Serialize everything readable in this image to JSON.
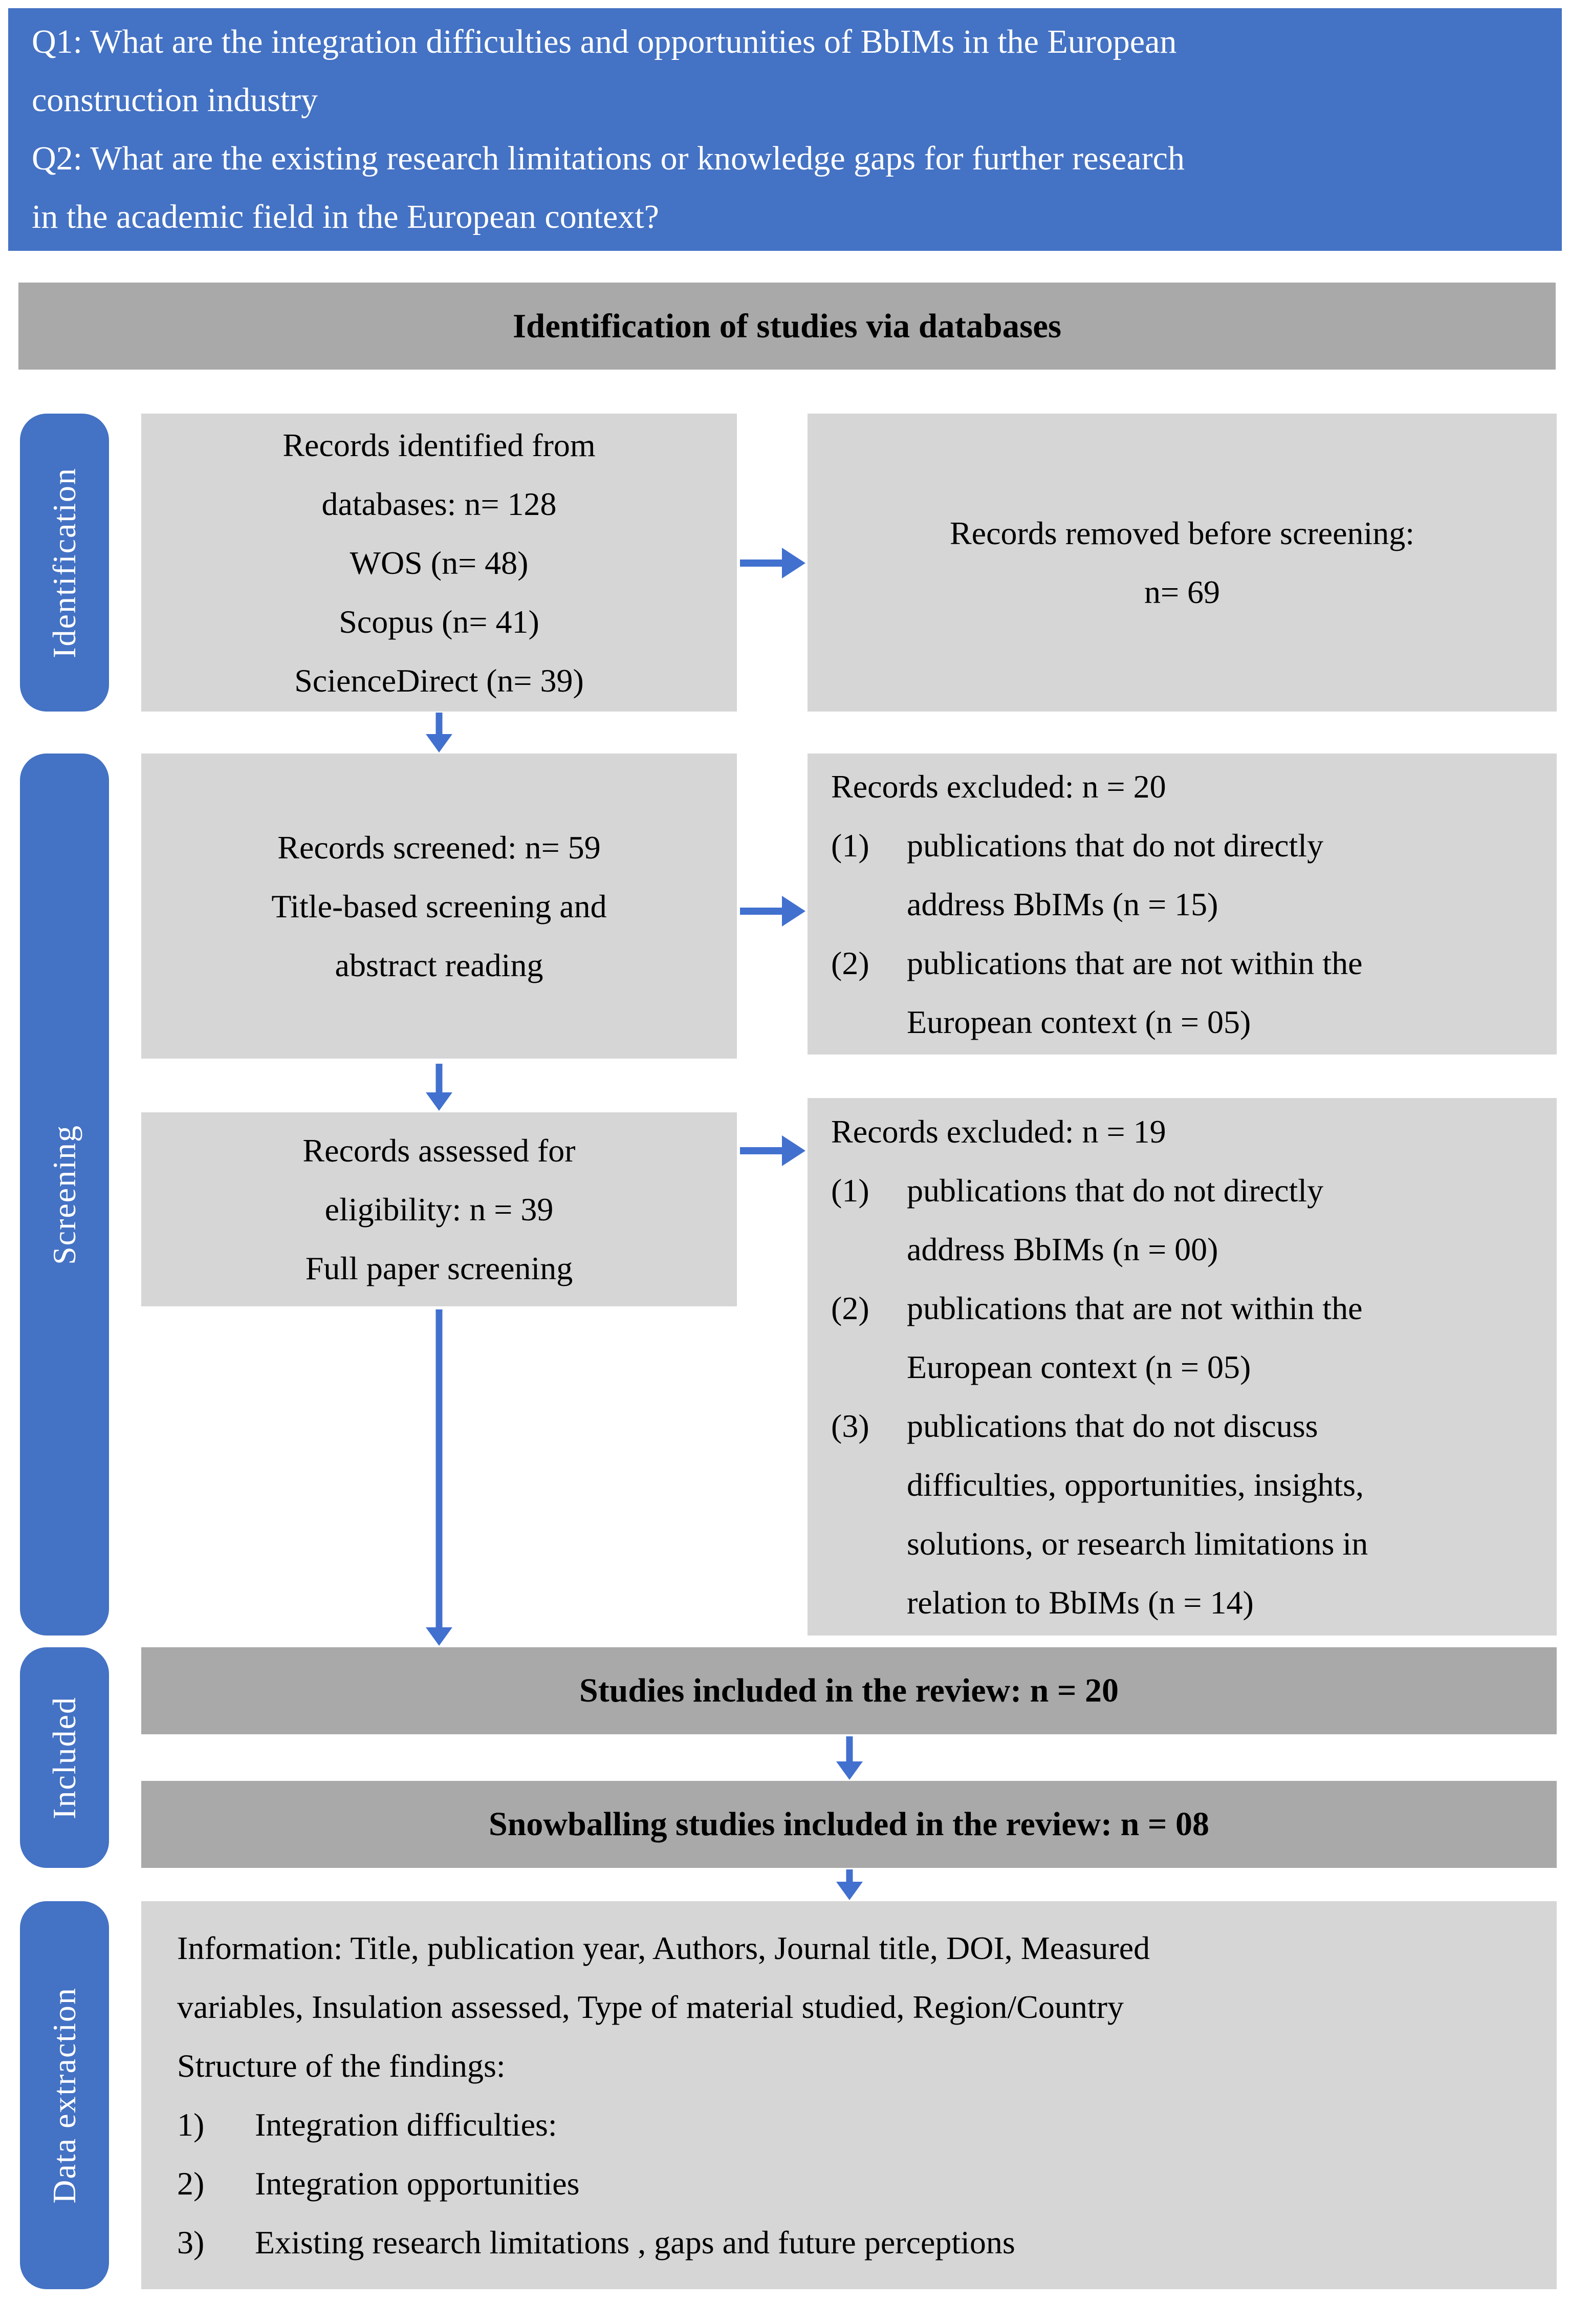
{
  "colors": {
    "accent": "#4472C4",
    "arrow": "#4170CF",
    "gray-dark": "#A9A9A9",
    "gray-light": "#D6D6D6"
  },
  "questions": {
    "lines": [
      "Q1: What are the integration difficulties and opportunities of BbIMs in the European",
      "construction industry",
      "Q2: What are the existing research limitations or knowledge gaps for further research",
      "in the academic field in the European context?"
    ]
  },
  "header": {
    "title": "Identification of studies via databases"
  },
  "stages": {
    "identification": "Identification",
    "screening": "Screening",
    "included": "Included",
    "data_extraction": "Data extraction"
  },
  "boxes": {
    "identified": {
      "lines": [
        "Records identified from",
        "databases: n= 128",
        "WOS (n= 48)",
        "Scopus (n= 41)",
        "ScienceDirect (n= 39)"
      ]
    },
    "removed": {
      "lines": [
        "Records removed before screening:",
        "n= 69"
      ]
    },
    "screened": {
      "lines": [
        "Records screened: n= 59",
        "Title-based screening and",
        "abstract reading"
      ]
    },
    "excluded1": {
      "title": "Records excluded: n = 20",
      "items": [
        {
          "num": "(1)",
          "lines": [
            "publications that do not directly",
            "address BbIMs (n = 15)"
          ]
        },
        {
          "num": "(2)",
          "lines": [
            "publications that are not within the",
            "European context (n = 05)"
          ]
        }
      ]
    },
    "assessed": {
      "lines": [
        "Records assessed for",
        "eligibility: n = 39",
        "Full paper screening"
      ]
    },
    "excluded2": {
      "title": "Records excluded: n = 19",
      "items": [
        {
          "num": "(1)",
          "lines": [
            "publications that do not directly",
            "address BbIMs (n = 00)"
          ]
        },
        {
          "num": "(2)",
          "lines": [
            "publications that are not within the",
            "European context (n = 05)"
          ]
        },
        {
          "num": "(3)",
          "lines": [
            "publications that do not discuss",
            "difficulties, opportunities, insights,",
            "solutions, or research limitations in",
            "relation to BbIMs (n = 14)"
          ]
        }
      ]
    },
    "included_bar": {
      "text": "Studies included in the review: n = 20"
    },
    "snowballing_bar": {
      "text": "Snowballing studies included in the review: n = 08"
    },
    "data_extraction": {
      "lines": [
        "Information: Title, publication year, Authors, Journal title, DOI, Measured",
        "variables, Insulation assessed, Type of material studied, Region/Country",
        "Structure of the findings:"
      ],
      "items": [
        {
          "num": "1)",
          "text": "Integration difficulties:"
        },
        {
          "num": "2)",
          "text": "Integration opportunities"
        },
        {
          "num": "3)",
          "text": "Existing research limitations , gaps and future perceptions"
        }
      ]
    }
  }
}
